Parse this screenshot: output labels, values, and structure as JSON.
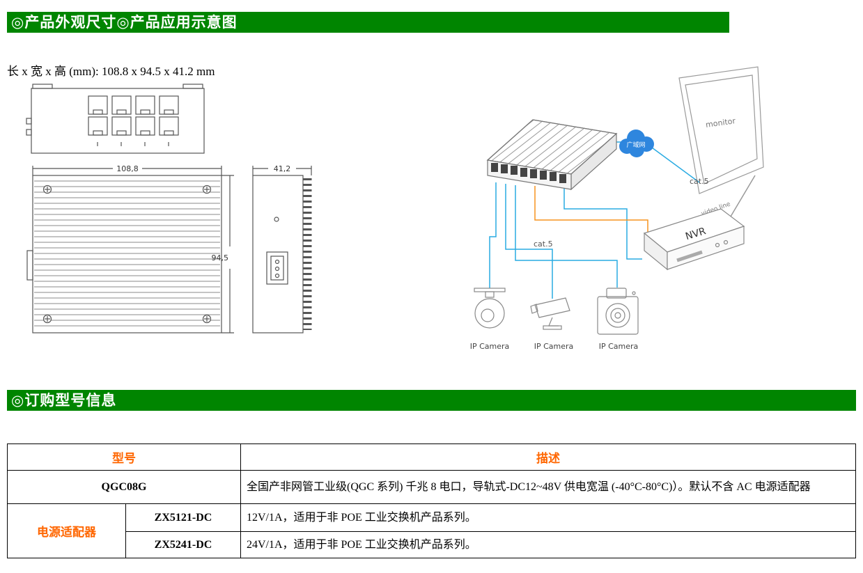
{
  "banners": {
    "appearance": "◎产品外观尺寸◎产品应用示意图",
    "ordering": "◎订购型号信息",
    "bg_color": "#008500",
    "text_color": "#ffffff"
  },
  "size_line": "长 x 宽 x 高 (mm): 108.8 x 94.5 x 41.2 mm",
  "drawing": {
    "width_label": "108,8",
    "height_label": "94,5",
    "depth_label": "41,2"
  },
  "application_diagram": {
    "wan_cloud": "广域网",
    "monitor": "monitor",
    "nvr": "NVR",
    "cat5_top": "cat.5",
    "cat5_bottom": "cat.5",
    "video_line": "video line",
    "camera1": "IP Camera",
    "camera2": "IP Camera",
    "camera3": "IP Camera",
    "data_line_color": "#29abe2",
    "power_line_color": "#f7931e",
    "cloud_color": "#2e86de"
  },
  "order_table": {
    "col_model": "型号",
    "col_desc": "描述",
    "accent_color": "#ff6600",
    "rows": {
      "main_model": "QGC08G",
      "main_desc": "全国产非网管工业级(QGC 系列) 千兆 8 电口，导轨式-DC12~48V 供电宽温 (-40°C-80°C)）。默认不含 AC 电源适配器",
      "adapter_group": "电源适配器",
      "adapter1_model": "ZX5121-DC",
      "adapter1_desc": "12V/1A，适用于非 POE 工业交换机产品系列。",
      "adapter2_model": "ZX5241-DC",
      "adapter2_desc": "24V/1A，适用于非 POE 工业交换机产品系列。"
    }
  }
}
